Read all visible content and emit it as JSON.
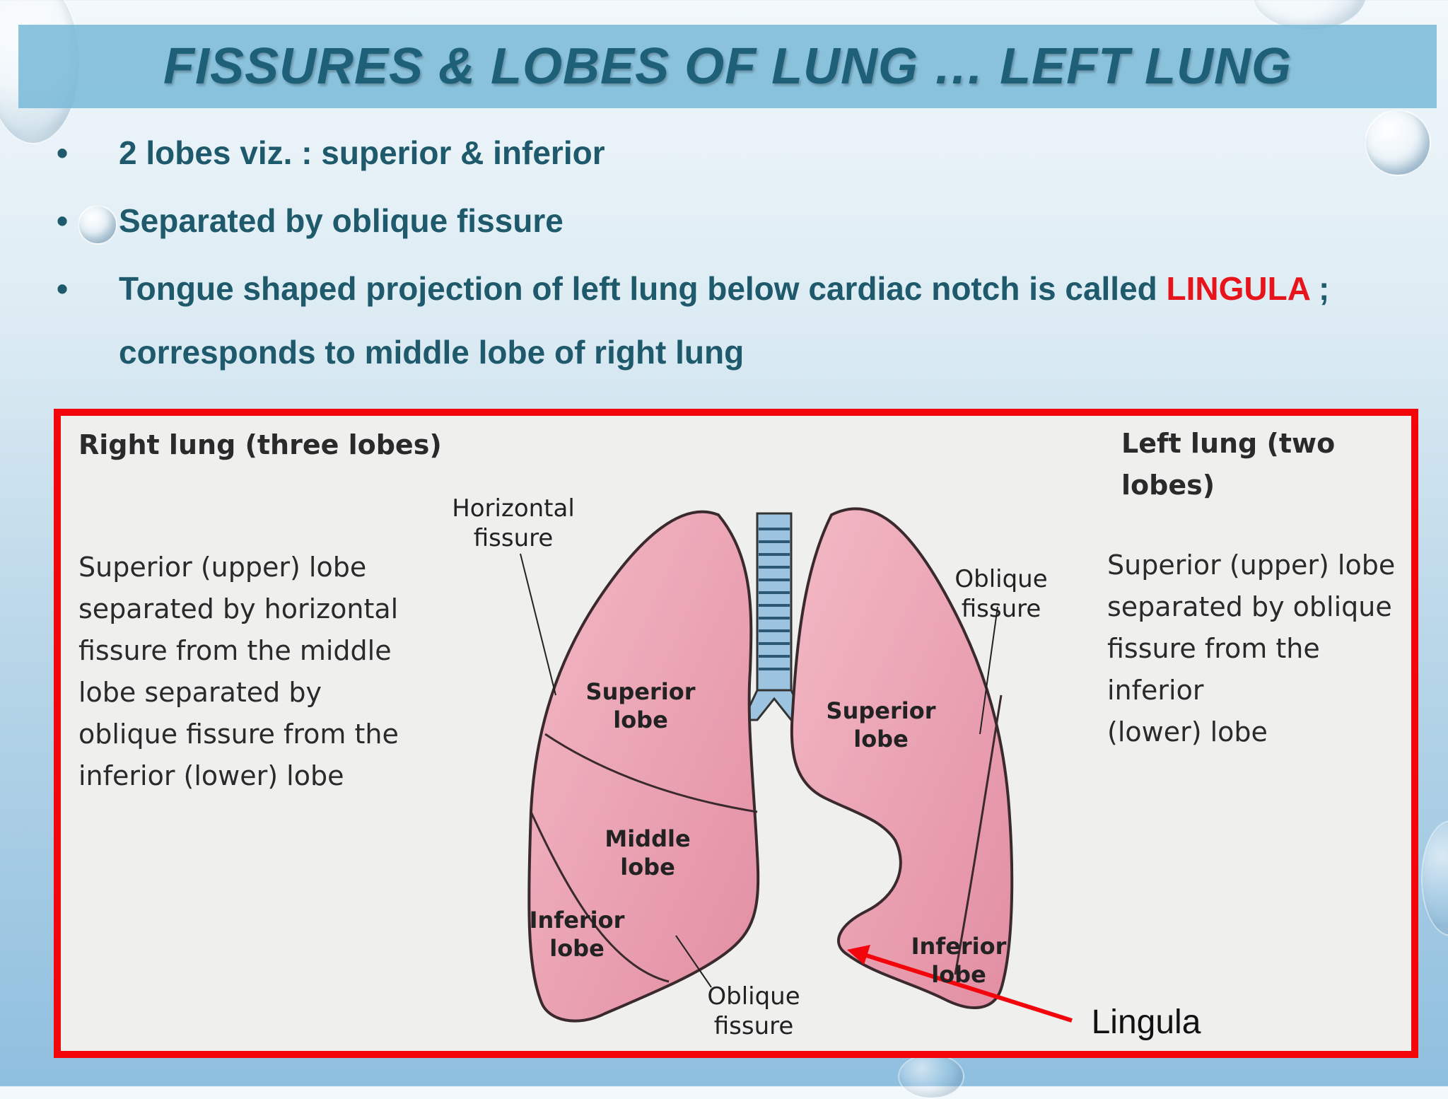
{
  "title": "FISSURES & LOBES OF LUNG … LEFT LUNG",
  "bullets": {
    "b1": "2 lobes viz. : superior & inferior",
    "b2": "Separated by oblique fissure",
    "b3_pre": "Tongue shaped projection of left lung below cardiac notch is called ",
    "b3_highlight": "LINGULA",
    "b3_post": " ;",
    "b3_cont": "corresponds to middle lobe of right lung",
    "marker": "•"
  },
  "diagram": {
    "right_header": "Right lung (three lobes)",
    "left_header": "Left lung (two lobes)",
    "right_desc": [
      "Superior (upper) lobe",
      "separated by horizontal",
      "fissure from the middle",
      "lobe separated by",
      "oblique fissure from the",
      "inferior (lower) lobe"
    ],
    "left_desc": [
      "Superior (upper) lobe",
      "separated by oblique",
      "fissure from the inferior",
      "(lower) lobe"
    ],
    "labels": {
      "horizontal_fissure": [
        "Horizontal",
        "fissure"
      ],
      "oblique_fissure_left": [
        "Oblique",
        "fissure"
      ],
      "oblique_fissure_bottom": [
        "Oblique",
        "fissure"
      ],
      "r_superior": [
        "Superior",
        "lobe"
      ],
      "r_middle": [
        "Middle",
        "lobe"
      ],
      "r_inferior": [
        "Inferior",
        "lobe"
      ],
      "l_superior": [
        "Superior",
        "lobe"
      ],
      "l_inferior": [
        "Inferior",
        "lobe"
      ],
      "lingula": "Lingula"
    }
  },
  "colors": {
    "title": "#1d6078",
    "bullet_text": "#1e5a6c",
    "highlight": "#e8141b",
    "frame": "#f2060c",
    "lung_fill": "#e9a3b3",
    "trachea": "#8fb8d6"
  }
}
